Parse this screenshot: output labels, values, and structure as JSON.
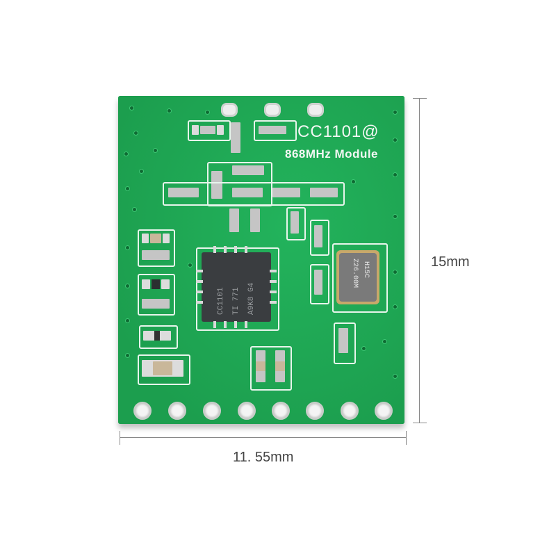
{
  "product": {
    "silkscreen_title": "CC1101@",
    "silkscreen_subtitle": "868MHz Module",
    "chip_marking": [
      "CC1101",
      "TI 771",
      "A9K8 G4"
    ],
    "crystal_marking": [
      "Z26.00M",
      "H15C"
    ],
    "pcb_color": "#1fa653",
    "pin_count_bottom": 8,
    "pin_count_top": 3
  },
  "dimensions": {
    "height_label": "15mm",
    "width_label": "11. 55mm"
  }
}
